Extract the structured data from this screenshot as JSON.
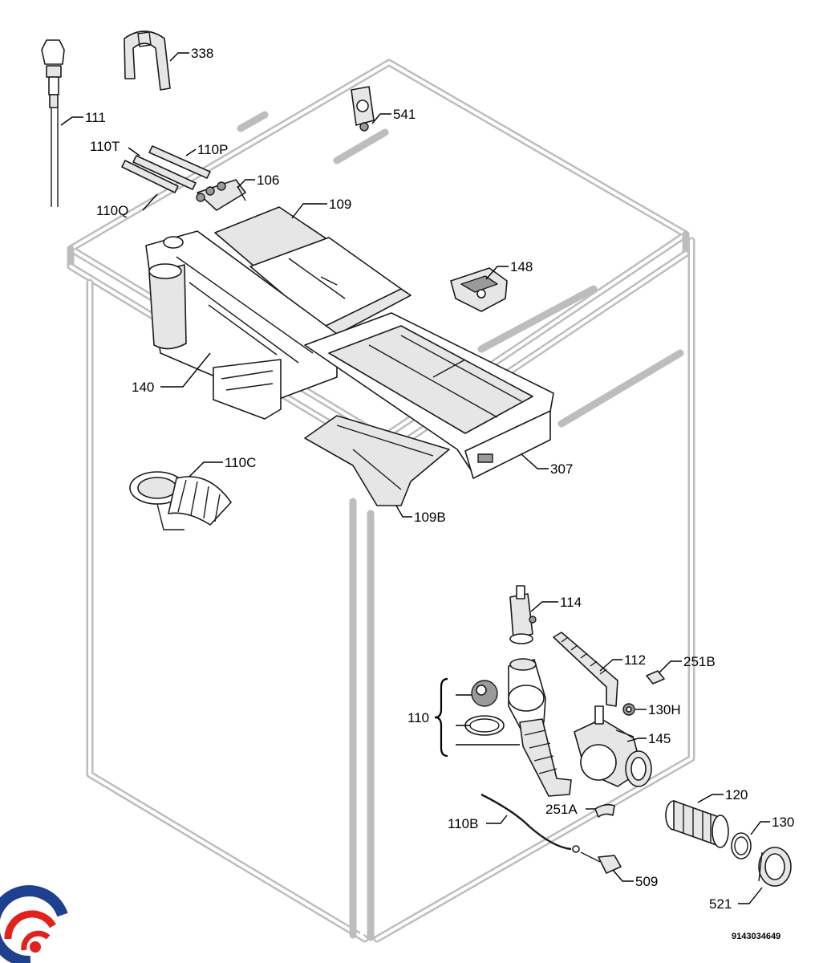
{
  "labels": {
    "p338": "338",
    "p541": "541",
    "p111": "111",
    "p110T": "110T",
    "p110P": "110P",
    "p106": "106",
    "p109": "109",
    "p110Q": "110Q",
    "p148": "148",
    "p140": "140",
    "p307": "307",
    "p110C": "110C",
    "p109B": "109B",
    "p114": "114",
    "p112": "112",
    "p251B": "251B",
    "p110": "110",
    "p130H": "130H",
    "p145": "145",
    "p120": "120",
    "p251A": "251A",
    "p110B": "110B",
    "p130": "130",
    "p509": "509",
    "p521": "521"
  },
  "document_number": "9143034649",
  "logo": {
    "icon": "brand-logo-icon",
    "colors": [
      "#1f3f8f",
      "#e2211c"
    ]
  },
  "colors": {
    "cabinet_outline": "#bdbdbd",
    "line": "#1a1a1a"
  }
}
